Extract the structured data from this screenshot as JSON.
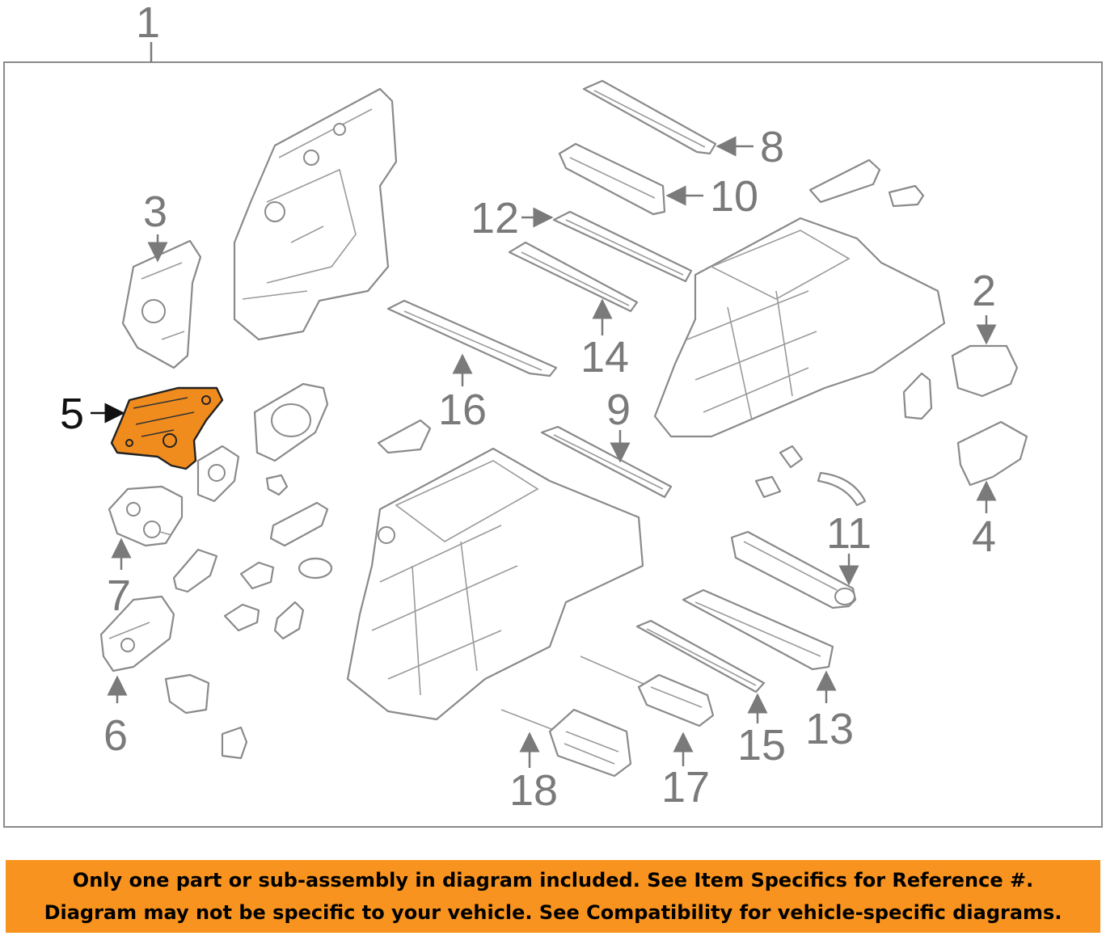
{
  "callouts": {
    "c1": "1",
    "c2": "2",
    "c3": "3",
    "c4": "4",
    "c5": "5",
    "c6": "6",
    "c7": "7",
    "c8": "8",
    "c9": "9",
    "c10": "10",
    "c11": "11",
    "c12": "12",
    "c13": "13",
    "c14": "14",
    "c15": "15",
    "c16": "16",
    "c17": "17",
    "c18": "18"
  },
  "highlighted_part": "5",
  "colors": {
    "highlight": "#f08c1e",
    "banner": "#f7931e",
    "linework": "#8a8a8a"
  },
  "banner": {
    "line1": "Only one part or sub-assembly in diagram included. See Item Specifics for Reference #.",
    "line2": "Diagram may not be specific to your vehicle. See Compatibility for vehicle-specific diagrams."
  }
}
